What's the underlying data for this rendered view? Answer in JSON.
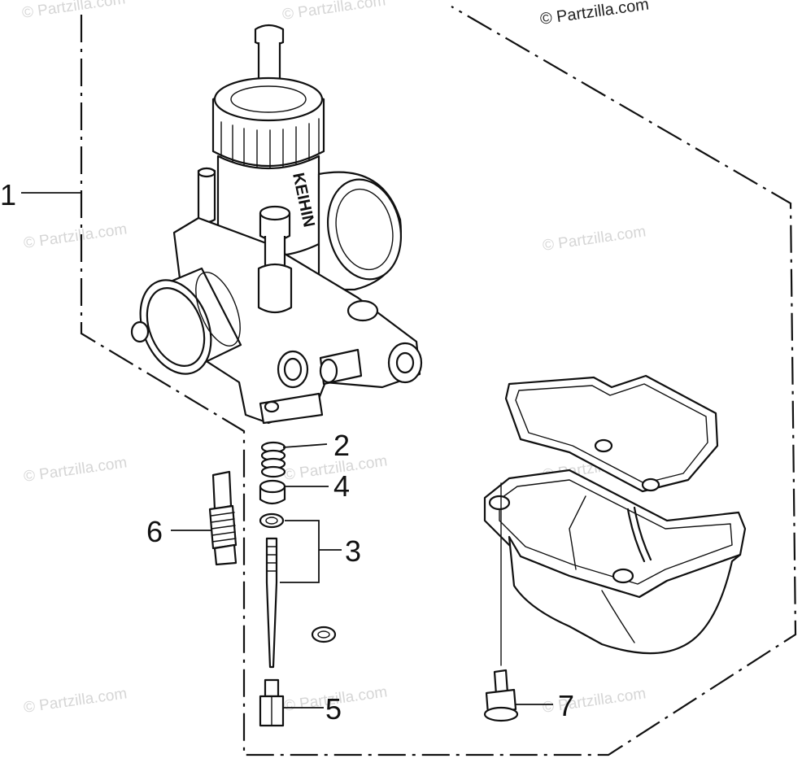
{
  "copyright": "© Partzilla.com",
  "watermark_text": "© Partzilla.com",
  "callouts": [
    {
      "id": "1"
    },
    {
      "id": "2"
    },
    {
      "id": "3"
    },
    {
      "id": "4"
    },
    {
      "id": "5"
    },
    {
      "id": "6"
    },
    {
      "id": "7"
    }
  ],
  "body_marking": "KEIHIN",
  "colors": {
    "ink": "#111111",
    "watermark": "#d6d6d6",
    "background": "#ffffff"
  }
}
